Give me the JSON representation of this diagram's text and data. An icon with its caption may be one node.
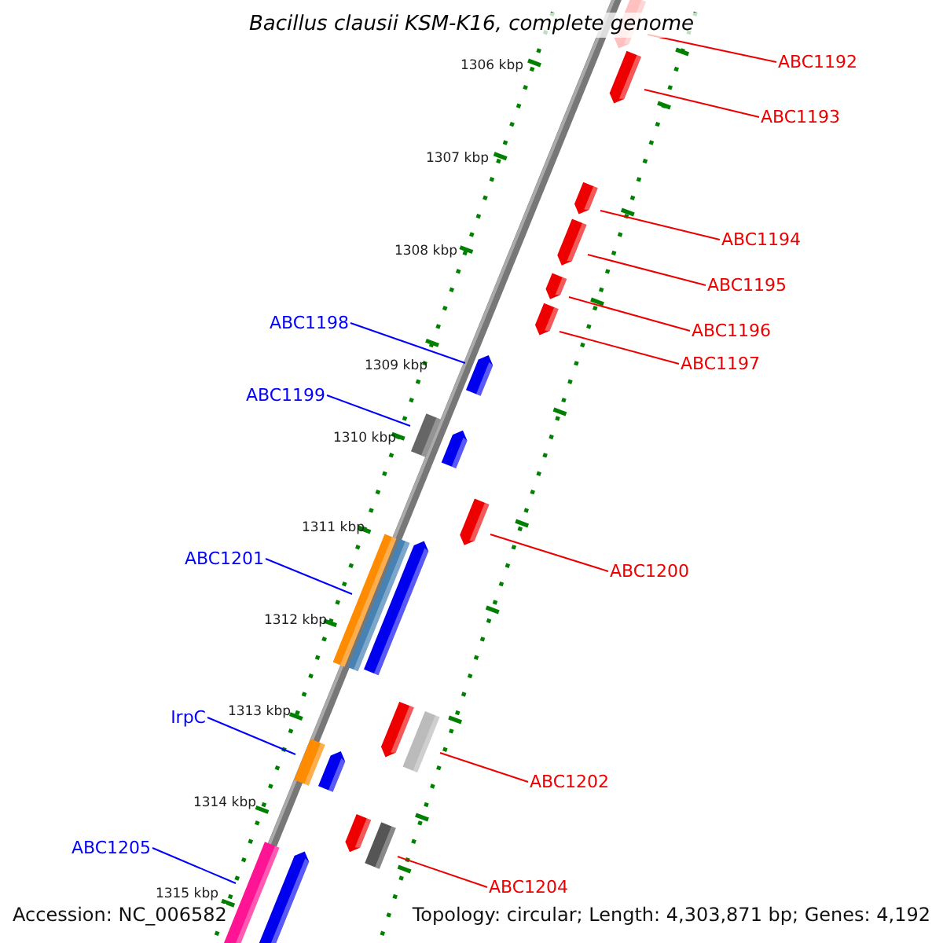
{
  "diagram": {
    "title": "Bacillus clausii KSM-K16, complete genome",
    "nodes": [
      {
        "text": [
          "ABC1192"
        ]
      },
      {
        "text": [],
        "shape": "arrow"
      },
      {
        "text": [
          "ABC1193"
        ]
      },
      {
        "text": [],
        "shape": "arrow"
      },
      {
        "text": [
          "ABC1194"
        ]
      },
      {
        "text": [],
        "shape": "arrow"
      },
      {
        "text": [
          "ABC1195"
        ]
      },
      {
        "text": [],
        "shape": "arrow"
      },
      {
        "text": [
          "ABC1198"
        ]
      },
      {
        "text": [],
        "shape": "arrow"
      },
      {
        "text": [
          "ABC1196"
        ]
      },
      {
        "text": [],
        "shape": "arrow"
      },
      {
        "text": [
          "ABC1197"
        ]
      },
      {
        "text": [],
        "shape": "arrow"
      },
      {
        "text": [
          "ABC1199"
        ]
      },
      {
        "text": [],
        "shape": "box"
      },
      {
        "text": [
          "ABC1201"
        ]
      },
      {
        "text": [],
        "shape": "box"
      },
      {
        "text": [
          "ABC1200"
        ]
      },
      {
        "text": [],
        "shape": "arrow"
      },
      {
        "text": [
          "IrpC"
        ]
      },
      {
        "text": [],
        "shape": "box"
      },
      {
        "text": [
          "ABC1202"
        ]
      },
      {
        "text": [],
        "shape": "box"
      },
      {
        "text": [
          "ABC1205"
        ]
      },
      {
        "text": [],
        "shape": "box"
      },
      {
        "text": [
          "ABC1204"
        ]
      },
      {
        "text": [],
        "shape": "box"
      },
      {
        "text": [],
        "shape": "arrow"
      },
      {
        "text": [],
        "shape": "box"
      },
      {
        "text": [],
        "shape": "arrow"
      },
      {
        "text": [],
        "shape": "arrow"
      },
      {
        "text": [],
        "shape": "arrow"
      },
      {
        "text": [],
        "shape": "arrow"
      },
      {
        "text": [],
        "shape": "arrow"
      }
    ],
    "edges": [
      {
        "from": 0,
        "to": 1,
        "arrow": "none"
      },
      {
        "from": 2,
        "to": 3,
        "arrow": "none"
      },
      {
        "from": 4,
        "to": 5,
        "arrow": "none"
      },
      {
        "from": 6,
        "to": 7,
        "arrow": "none"
      },
      {
        "from": 8,
        "to": 9,
        "arrow": "none",
        "color": "#0000ff"
      },
      {
        "from": 10,
        "to": 11,
        "arrow": "none"
      },
      {
        "from": 12,
        "to": 13,
        "arrow": "none"
      },
      {
        "from": 14,
        "to": 15,
        "arrow": "none",
        "color": "#0000ff"
      },
      {
        "from": 16,
        "to": 17,
        "arrow": "none",
        "color": "#0000ff"
      },
      {
        "from": 18,
        "to": 19,
        "arrow": "none"
      },
      {
        "from": 20,
        "to": 21,
        "arrow": "none",
        "color": "#0000ff"
      },
      {
        "from": 22,
        "to": 23,
        "arrow": "none"
      },
      {
        "from": 24,
        "to": 25,
        "arrow": "none",
        "color": "#0000ff"
      },
      {
        "from": 26,
        "to": 27,
        "arrow": "none"
      }
    ],
    "labels": [
      "1306 kbp",
      "1307 kbp",
      "1308 kbp",
      "1309 kbp",
      "1310 kbp",
      "1311 kbp",
      "1312 kbp",
      "1313 kbp",
      "1314 kbp",
      "1315 kbp",
      "Accession: NC_006582",
      "Topology: circular; Length: 4,303,871 bp; Genes: 4,192"
    ]
  }
}
